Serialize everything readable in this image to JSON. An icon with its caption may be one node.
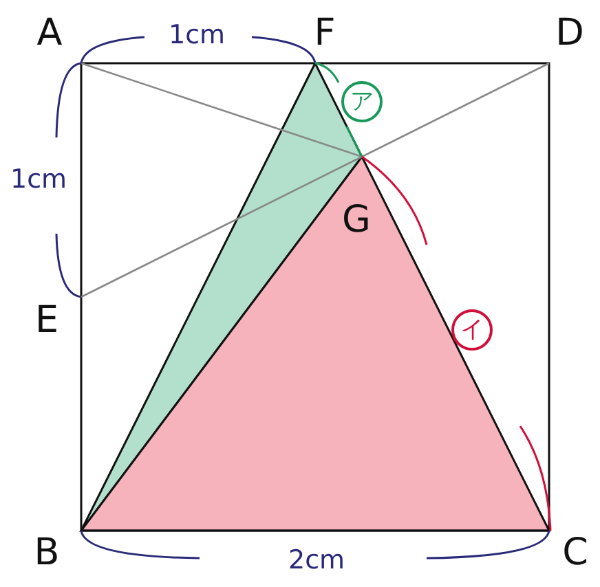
{
  "diagram": {
    "nodes": [
      {
        "text": [
          "ア"
        ]
      },
      {
        "text": [
          "イ"
        ]
      }
    ],
    "labels": [
      "A",
      "1cm",
      "F",
      "D",
      "1cm",
      "G",
      "E",
      "B",
      "2cm",
      "C"
    ]
  }
}
